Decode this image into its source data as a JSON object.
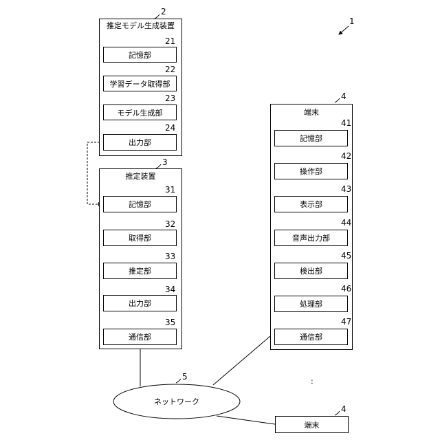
{
  "system_ref": "1",
  "model_gen": {
    "ref": "2",
    "title": "推定モデル生成装置",
    "items": [
      {
        "ref": "21",
        "label": "記憶部"
      },
      {
        "ref": "22",
        "label": "学習データ取得部"
      },
      {
        "ref": "23",
        "label": "モデル生成部"
      },
      {
        "ref": "24",
        "label": "出力部"
      }
    ]
  },
  "estimator": {
    "ref": "3",
    "title": "推定装置",
    "items": [
      {
        "ref": "31",
        "label": "記憶部"
      },
      {
        "ref": "32",
        "label": "取得部"
      },
      {
        "ref": "33",
        "label": "推定部"
      },
      {
        "ref": "34",
        "label": "出力部"
      },
      {
        "ref": "35",
        "label": "通信部"
      }
    ]
  },
  "terminal": {
    "ref": "4",
    "title": "端末",
    "items": [
      {
        "ref": "41",
        "label": "記憶部"
      },
      {
        "ref": "42",
        "label": "操作部"
      },
      {
        "ref": "43",
        "label": "表示部"
      },
      {
        "ref": "44",
        "label": "音声出力部"
      },
      {
        "ref": "45",
        "label": "検出部"
      },
      {
        "ref": "46",
        "label": "処理部"
      },
      {
        "ref": "47",
        "label": "通信部"
      }
    ]
  },
  "network": {
    "ref": "5",
    "label": "ネットワーク"
  },
  "terminal_small": {
    "ref": "4",
    "label": "端末"
  },
  "ellipsis": ":"
}
